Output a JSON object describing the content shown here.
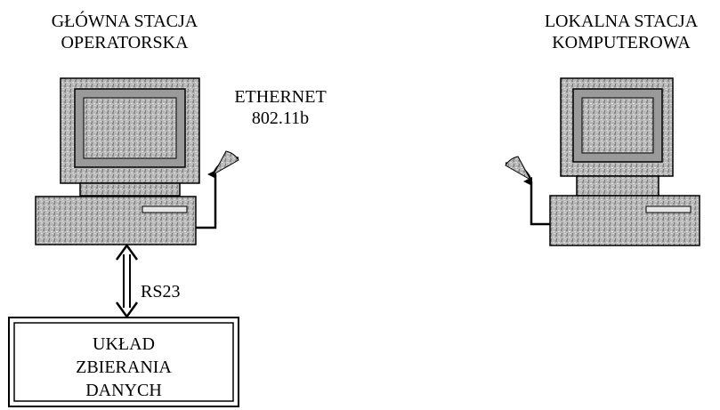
{
  "main_station": {
    "title_line1": "GŁÓWNA STACJA",
    "title_line2": "OPERATORSKA"
  },
  "network": {
    "label_line1": "ETHERNET",
    "label_line2": "802.11b"
  },
  "local_station": {
    "title_line1": "LOKALNA STACJA",
    "title_line2": "KOMPUTEROWA"
  },
  "serial_link": {
    "label": "RS23"
  },
  "acquisition_box": {
    "line1": "UKŁAD",
    "line2": "ZBIERANIA",
    "line3": "DANYCH"
  },
  "colors": {
    "computer_fill": "#b3b3b3",
    "computer_dark": "#6e6e6e",
    "stroke": "#000000",
    "background": "#ffffff"
  },
  "icons": [
    "computer-icon",
    "antenna-icon",
    "double-arrow-icon"
  ]
}
